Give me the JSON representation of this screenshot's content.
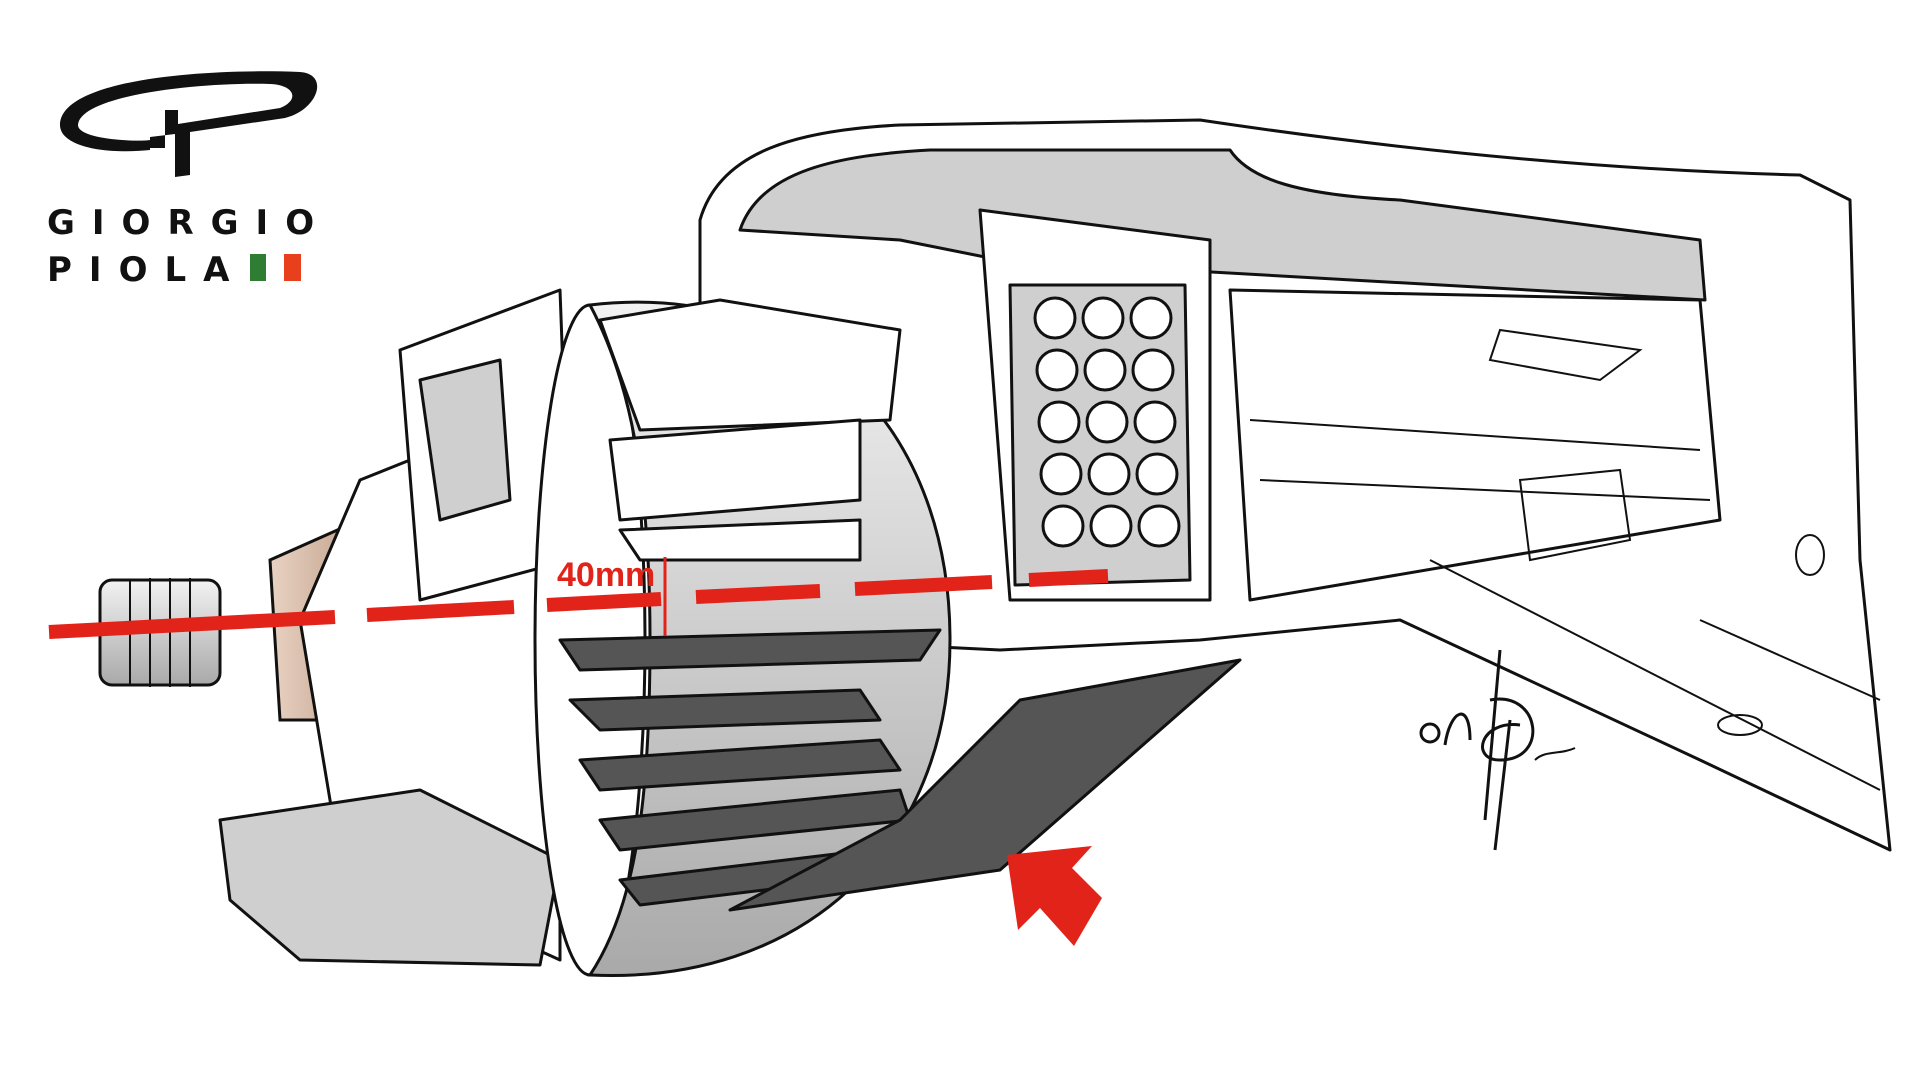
{
  "logo": {
    "line1": "GIORGIO",
    "line2": "PIOLA",
    "flag_colors": [
      "#2e7d32",
      "#e8401c"
    ]
  },
  "annotation": {
    "measurement_label": "40mm",
    "accent_color": "#e2231a"
  }
}
